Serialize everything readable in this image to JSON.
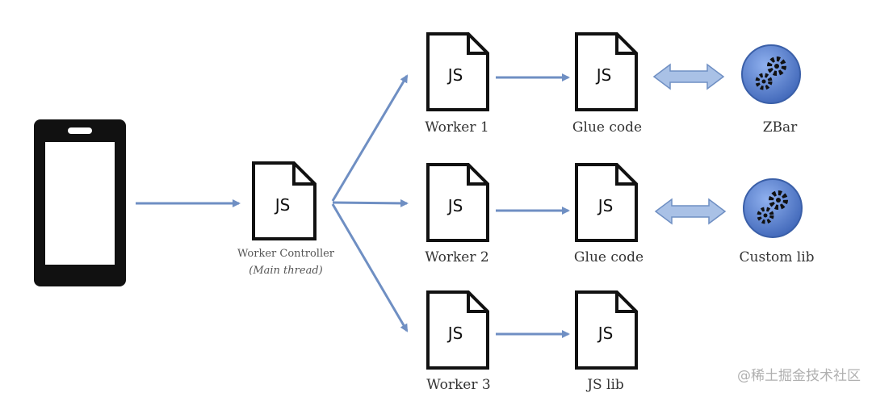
{
  "diagram": {
    "controller": {
      "icon_text": "JS",
      "title": "Worker Controller",
      "subtitle": "(Main thread)"
    },
    "rows": [
      {
        "worker_label": "Worker 1",
        "worker_icon_text": "JS",
        "glue_label": "Glue code",
        "glue_icon_text": "JS",
        "lib_label": "ZBar"
      },
      {
        "worker_label": "Worker 2",
        "worker_icon_text": "JS",
        "glue_label": "Glue code",
        "glue_icon_text": "JS",
        "lib_label": "Custom lib"
      },
      {
        "worker_label": "Worker 3",
        "worker_icon_text": "JS",
        "glue_label": "JS lib",
        "glue_icon_text": "JS",
        "lib_label": ""
      }
    ],
    "colors": {
      "arrow": "#6f8fc3",
      "double_arrow_fill": "#a9c1e6",
      "lib_circle": "#5b82d1",
      "phone": "#111111"
    },
    "icons": [
      "phone-icon",
      "js-file-icon",
      "gears-icon"
    ]
  },
  "watermark": "@稀土掘金技术社区"
}
